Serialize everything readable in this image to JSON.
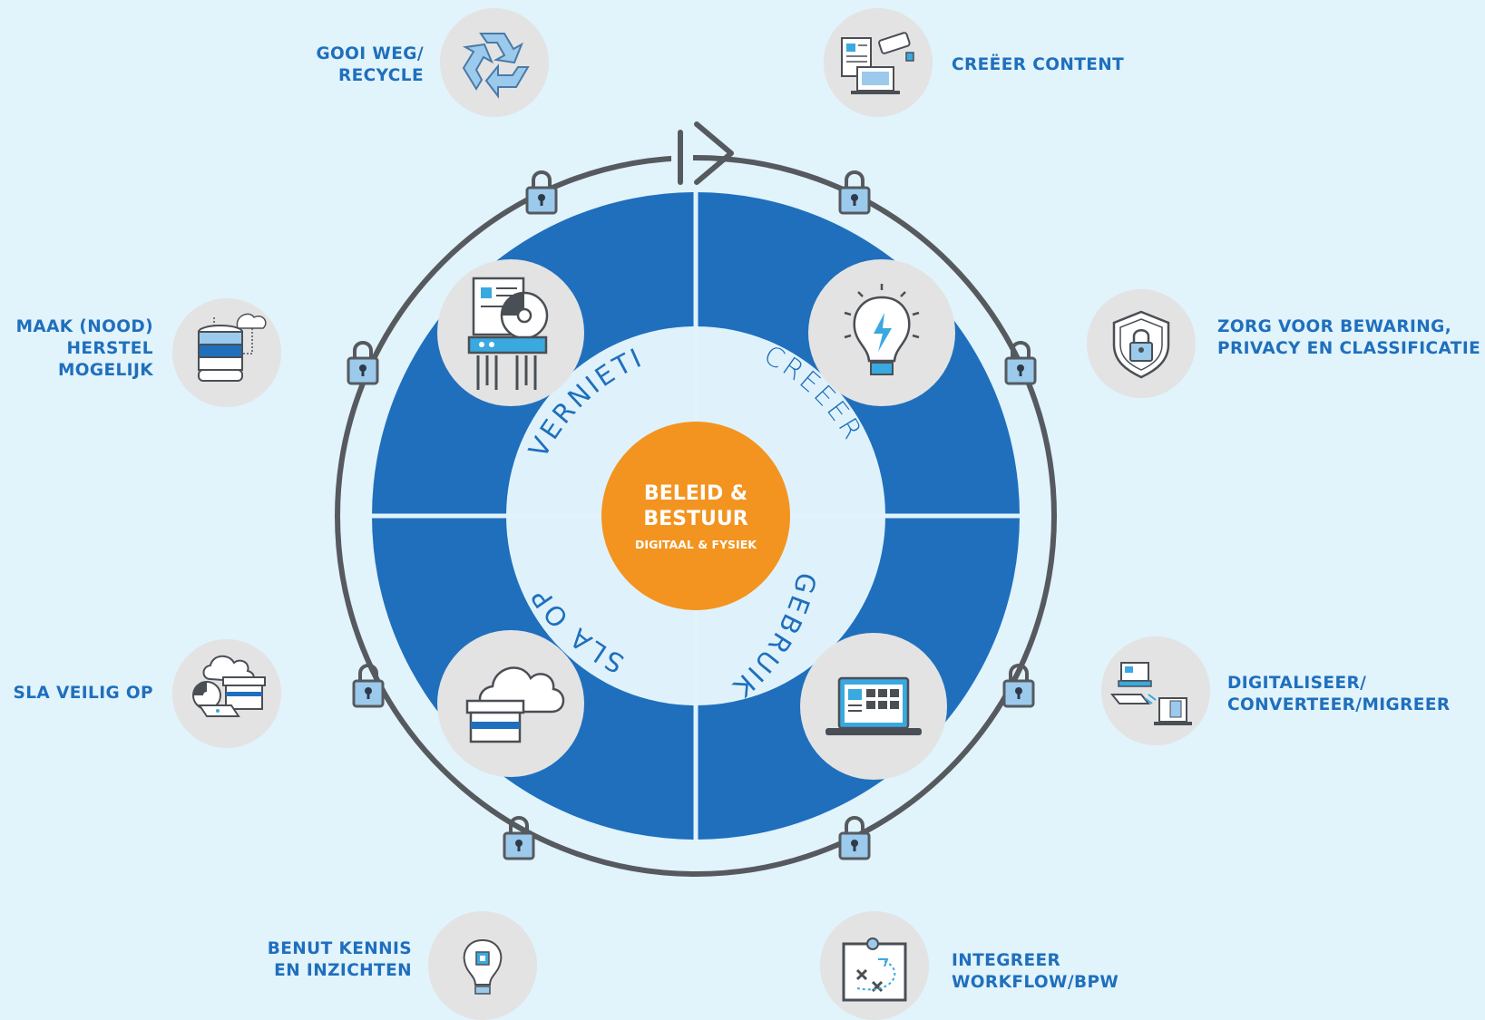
{
  "center": {
    "title_line1": "BELEID &",
    "title_line2": "BESTUUR",
    "subtitle": "DIGITAAL & FYSIEK"
  },
  "stages": {
    "create": "CREËER",
    "use": "GEBRUIK",
    "store": "SLA OP",
    "destroy": "VERNIETIG"
  },
  "labels": {
    "recycle": [
      "GOOI WEG/",
      "RECYCLE"
    ],
    "create_content": [
      "CREËER CONTENT"
    ],
    "retention": [
      "ZORG VOOR BEWARING,",
      "PRIVACY EN CLASSIFICATIE"
    ],
    "recovery": [
      "MAAK (NOOD)",
      "HERSTEL",
      "MOGELIJK"
    ],
    "digitize": [
      "DIGITALISEER/",
      "CONVERTEER/MIGREER"
    ],
    "store_safe": [
      "SLA VEILIG OP"
    ],
    "insights": [
      "BENUT KENNIS",
      "EN INZICHTEN"
    ],
    "workflow": [
      "INTEGREER",
      "WORKFLOW/BPW"
    ]
  },
  "colors": {
    "background": "#e1f3fb",
    "ring_blue": "#1f6fbd",
    "inner_light": "#dff2fb",
    "center_orange": "#f39420",
    "outer_ring": "#565a5f",
    "icon_circle": "#e3e3e3",
    "label_blue": "#1f6fbd",
    "lock_blue": "#9bcaec"
  }
}
